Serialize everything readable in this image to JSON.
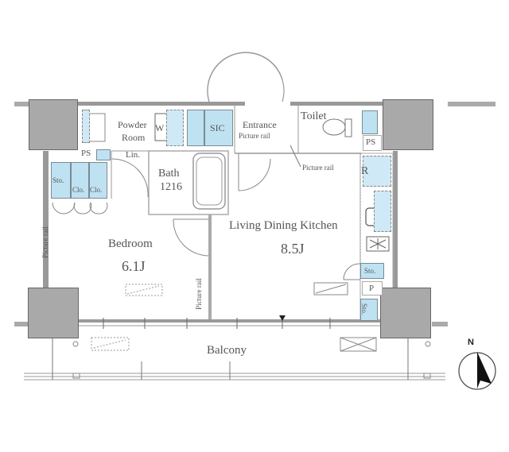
{
  "floorplan": {
    "rooms": {
      "powder_room": {
        "label_line1": "Powder",
        "label_line2": "Room"
      },
      "washer": {
        "label": "W"
      },
      "sic": {
        "label": "SIC"
      },
      "entrance": {
        "label": "Entrance"
      },
      "toilet": {
        "label": "Toilet"
      },
      "bath": {
        "label_line1": "Bath",
        "label_line2": "1216"
      },
      "bedroom": {
        "label": "Bedroom",
        "size": "6.1J"
      },
      "ldk": {
        "label": "Living Dining Kitchen",
        "size": "8.5J"
      },
      "balcony": {
        "label": "Balcony"
      }
    },
    "storage": {
      "ps_left": "PS",
      "ps_right": "PS",
      "linen": "Lin.",
      "sto_bedroom": "Sto.",
      "clo_1": "Clo.",
      "clo_2": "Clo.",
      "refrigerator": "R",
      "sto_kitchen": "Sto.",
      "pipe": "P",
      "sto_bottom": "Sto."
    },
    "annotations": {
      "picture_rail_entrance": "Picture rail",
      "picture_rail_ldk": "Picture rail",
      "picture_rail_bedroom": "Picture rail",
      "picture_rail_partition": "Picture rail"
    },
    "compass": {
      "label": "N"
    }
  },
  "colors": {
    "wall": "#9a9a9a",
    "column": "#a9a9a9",
    "storage_blue": "#bfe2f2",
    "line": "#888888"
  }
}
